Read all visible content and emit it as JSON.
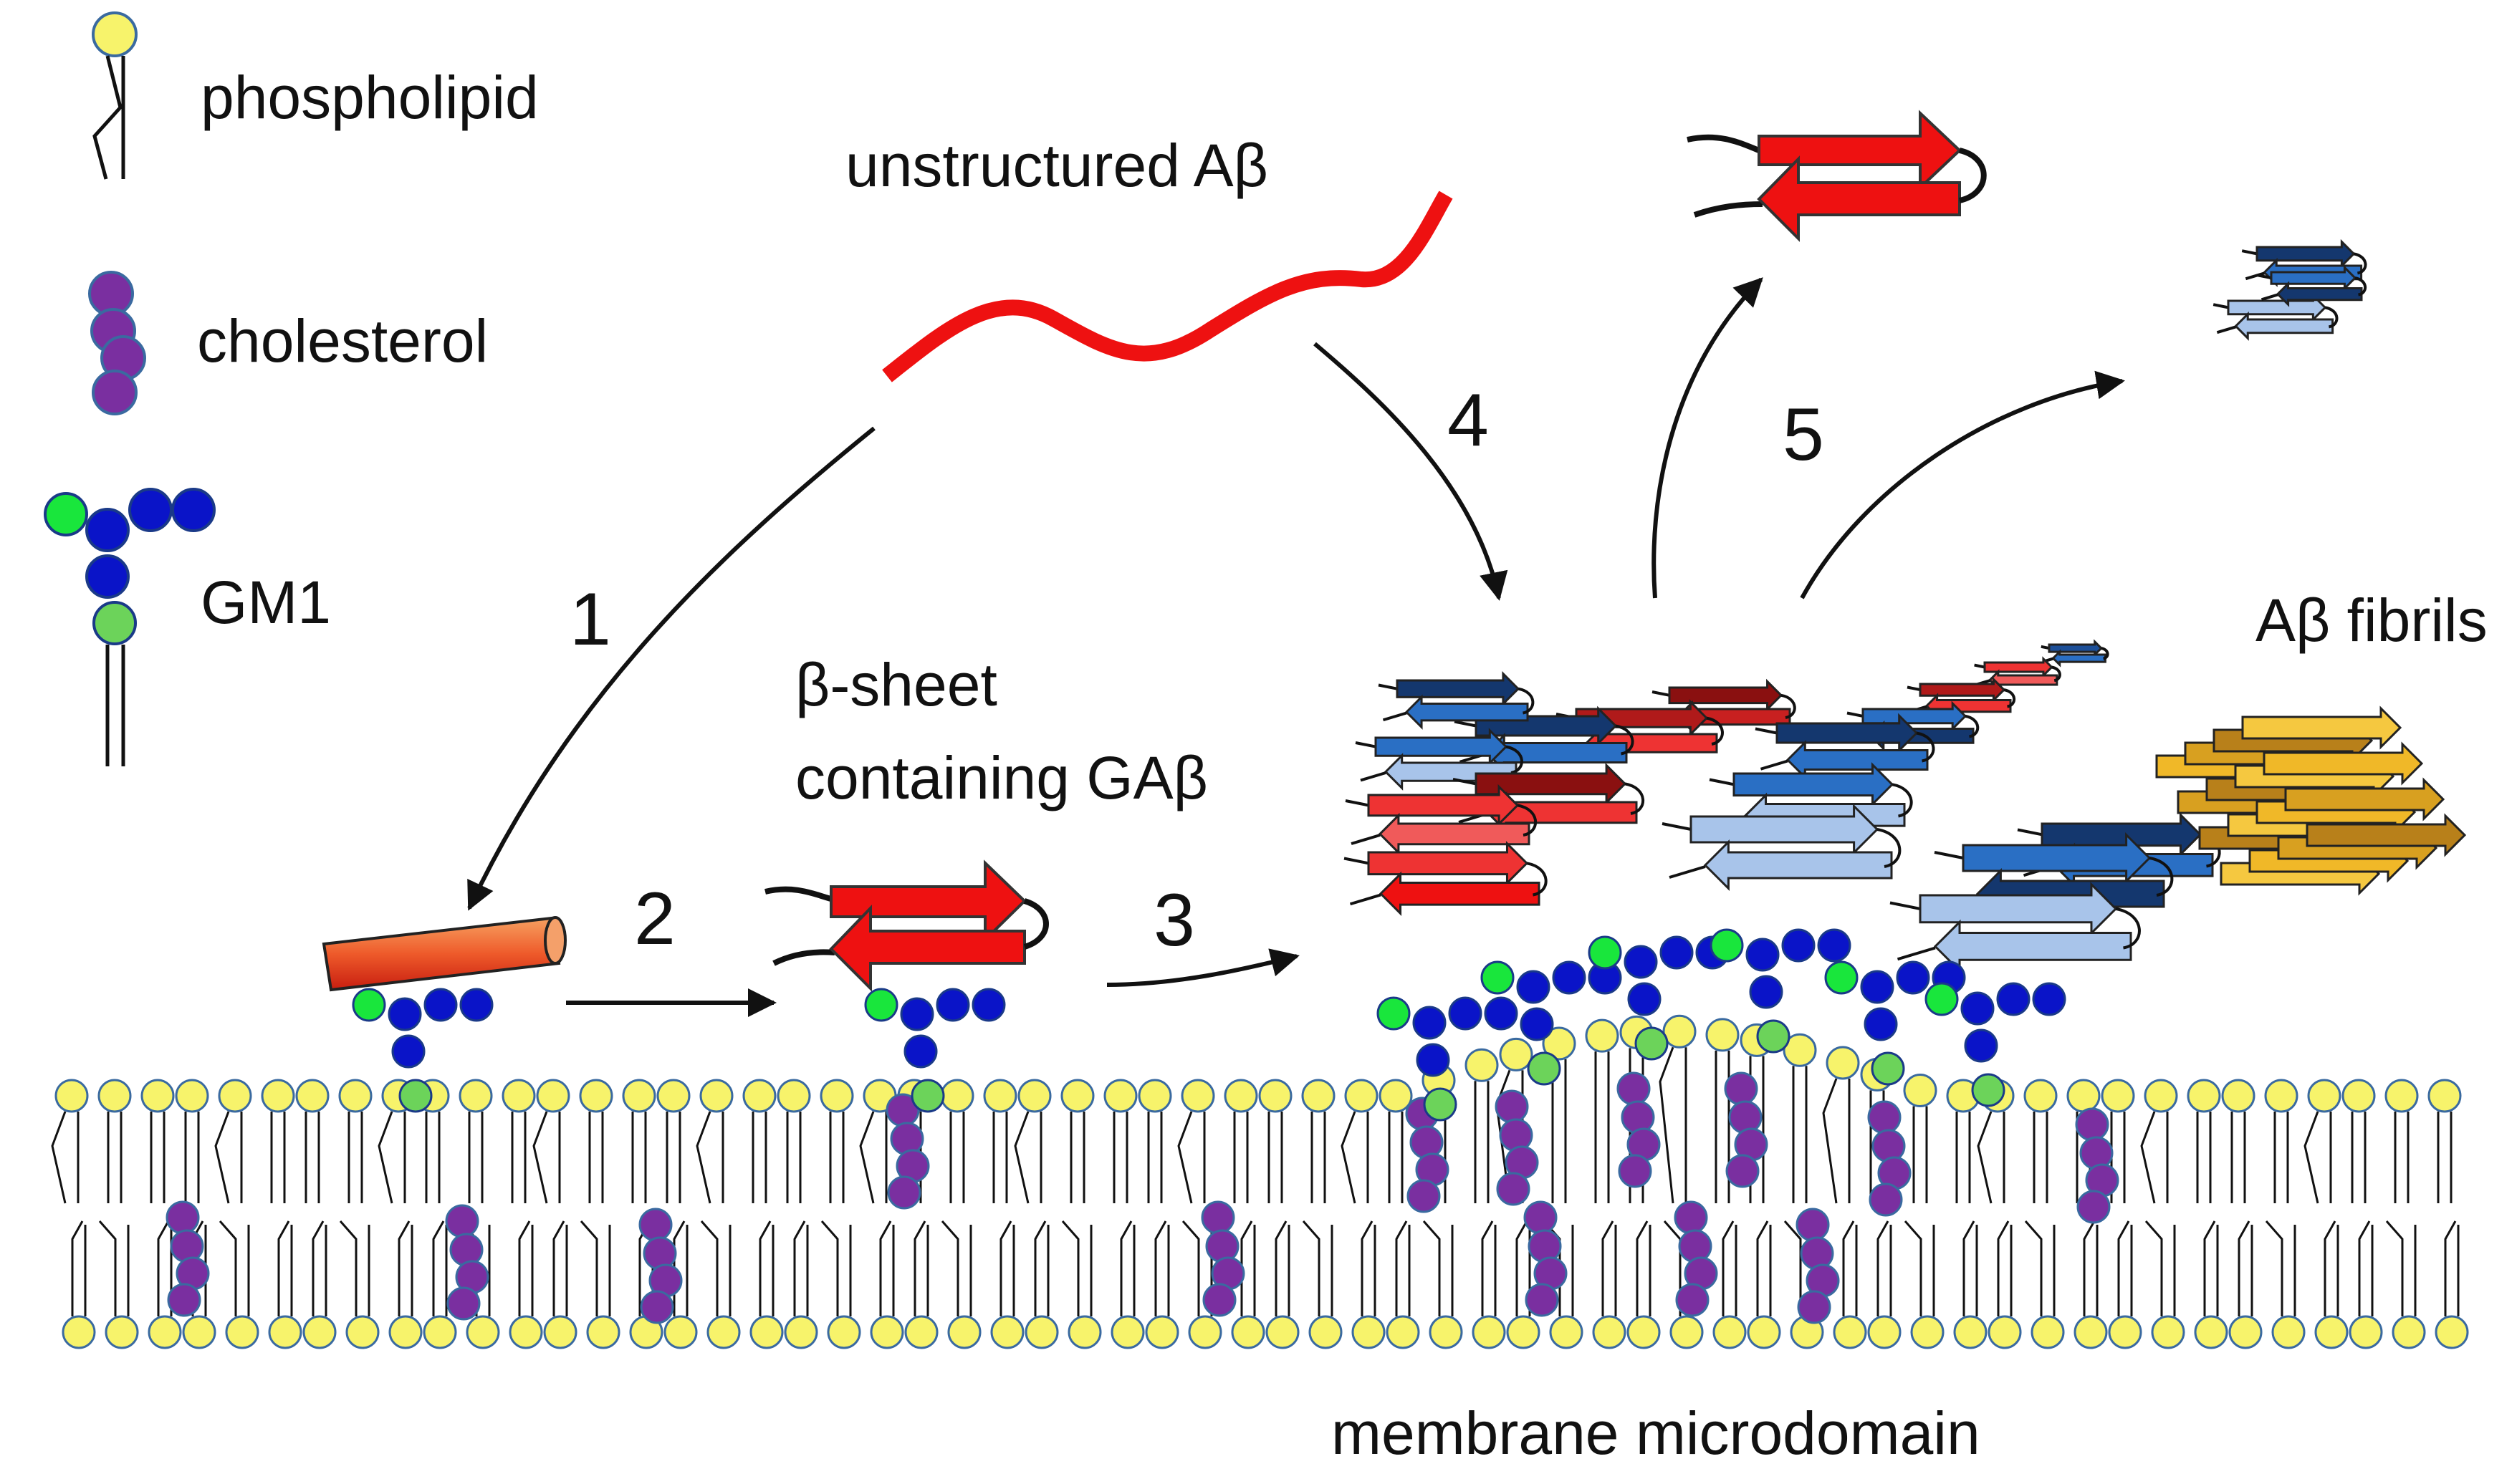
{
  "legend": {
    "phospholipid": "phospholipid",
    "cholesterol": "cholesterol",
    "gm1": "GM1"
  },
  "labels": {
    "unstructured": "unstructured Aβ",
    "beta_sheet_line1": "β-sheet",
    "beta_sheet_line2": "containing GAβ",
    "fibrils": "Aβ fibrils",
    "microdomain": "membrane microdomain"
  },
  "steps": [
    "1",
    "2",
    "3",
    "4",
    "5"
  ],
  "colors": {
    "lipid_head": "#f7f36b",
    "cholesterol": "#7a2fa0",
    "gm1_sugar": "#0a14c8",
    "gm1_sialic": "#19e63c",
    "gm1_ceramide": "#6cd35a",
    "abeta": "#ee1111",
    "fibril_blue": "#2a6fc4",
    "fibril_light": "#a8c4ea",
    "fibril_navy": "#14376e",
    "fibril_red": "#ee3333",
    "fibril_gold": "#f0b828"
  }
}
